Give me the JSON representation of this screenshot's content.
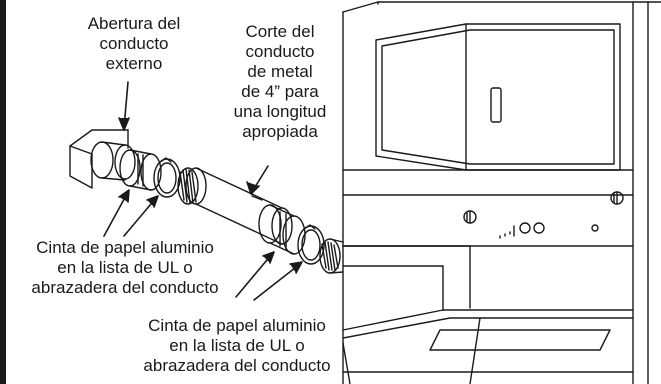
{
  "labels": {
    "vent_opening": [
      "Abertura del",
      "conducto",
      "externo"
    ],
    "metal_duct": [
      "Corte del",
      "conducto",
      "de metal",
      "de 4” para",
      "una longitud",
      "apropiada"
    ],
    "foil_tape_1": [
      "Cinta de papel aluminio",
      "en la lista de UL o",
      "abrazadera del conducto"
    ],
    "foil_tape_2": [
      "Cinta de papel aluminio",
      "en la lista de UL o",
      "abrazadera del conducto"
    ]
  },
  "colors": {
    "ink": "#1a1a1a",
    "border": "#1a1a1a",
    "background": "#ffffff"
  }
}
